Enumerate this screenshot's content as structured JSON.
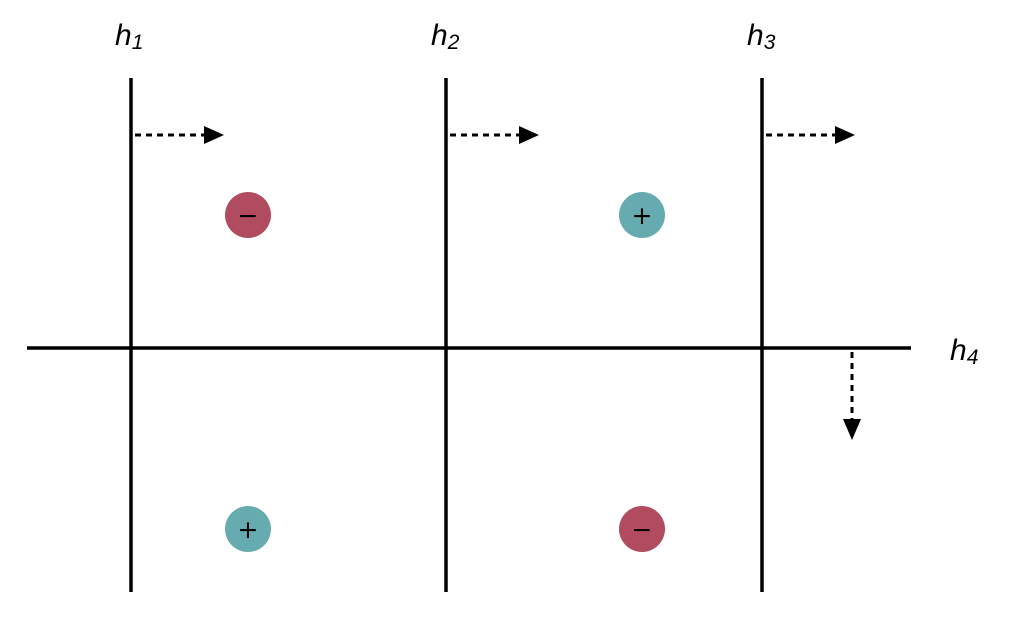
{
  "hyperplanes": [
    {
      "id": "h1",
      "base": "h",
      "sub": "1",
      "orientation": "vertical"
    },
    {
      "id": "h2",
      "base": "h",
      "sub": "2",
      "orientation": "vertical"
    },
    {
      "id": "h3",
      "base": "h",
      "sub": "3",
      "orientation": "vertical"
    },
    {
      "id": "h4",
      "base": "h",
      "sub": "4",
      "orientation": "horizontal"
    }
  ],
  "points": [
    {
      "sign": "−",
      "class": "negative",
      "region": "top-left"
    },
    {
      "sign": "+",
      "class": "positive",
      "region": "top-middle"
    },
    {
      "sign": "+",
      "class": "positive",
      "region": "bottom-left"
    },
    {
      "sign": "−",
      "class": "negative",
      "region": "bottom-middle"
    }
  ],
  "colors": {
    "negative": "#b14b5f",
    "positive": "#66abb0",
    "line": "#000000"
  }
}
